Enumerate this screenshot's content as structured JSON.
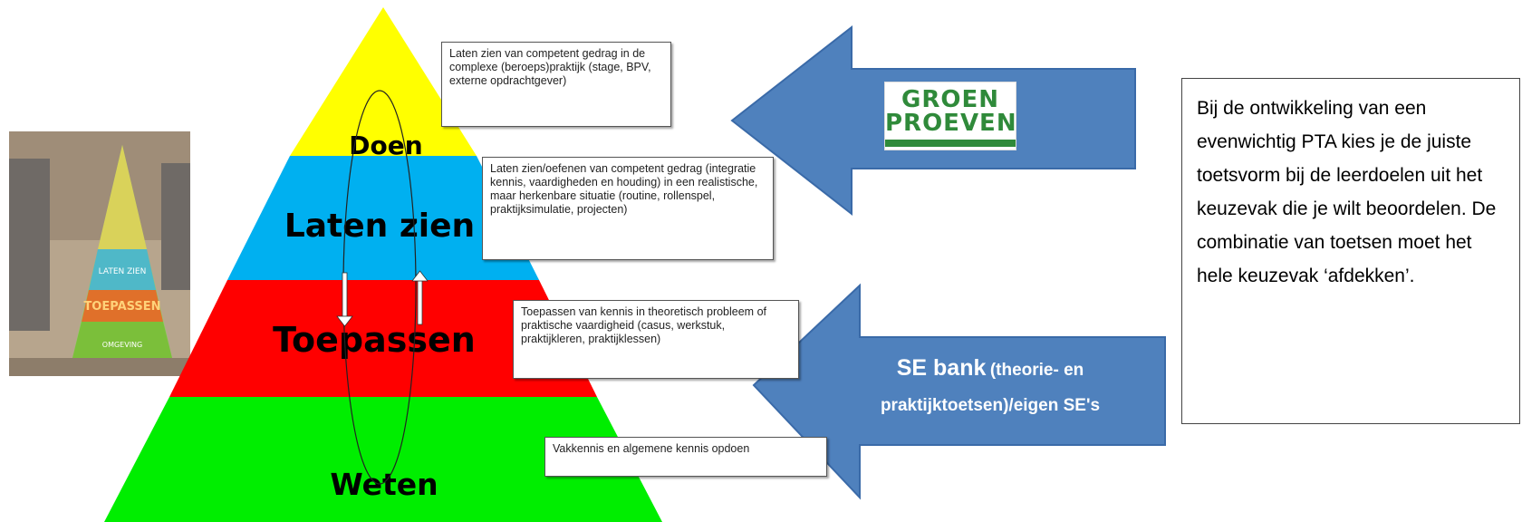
{
  "pyramid": {
    "levels": [
      {
        "label": "Doen",
        "color": "#ffff00"
      },
      {
        "label": "Laten zien",
        "color": "#00b0f0"
      },
      {
        "label": "Toepassen",
        "color": "#ff0000"
      },
      {
        "label": "Weten",
        "color": "#00ee00"
      }
    ]
  },
  "thumbnail": {
    "labels": [
      "LATEN ZIEN",
      "TOEPASSEN",
      "OMGEVING"
    ]
  },
  "descriptions": [
    "Laten zien van competent gedrag in de complexe (beroeps)praktijk (stage, BPV, externe opdrachtgever)",
    "Laten zien/oefenen van competent gedrag (integratie kennis, vaardigheden en houding) in een realistische, maar herkenbare situatie (routine, rollenspel, praktijksimulatie, projecten)",
    "Toepassen van kennis in theoretisch probleem of praktische vaardigheid (casus, werkstuk, praktijkleren, praktijklessen)",
    "Vakkennis en algemene kennis opdoen"
  ],
  "arrow_top": {
    "logo_line1": "GROEN",
    "logo_line2": "PROEVEN",
    "color": "#4f81bd"
  },
  "arrow_bottom": {
    "title": "SE bank",
    "subtitle_a": "(theorie- en",
    "subtitle_b": "praktijktoetsen)/eigen SE's",
    "color": "#4f81bd"
  },
  "note": {
    "text": "Bij de ontwikkeling van een evenwichtig PTA kies je de juiste toetsvorm bij de leerdoelen uit het keuzevak die je wilt beoordelen. De combinatie van toetsen moet het hele keuzevak ‘afdekken’."
  }
}
